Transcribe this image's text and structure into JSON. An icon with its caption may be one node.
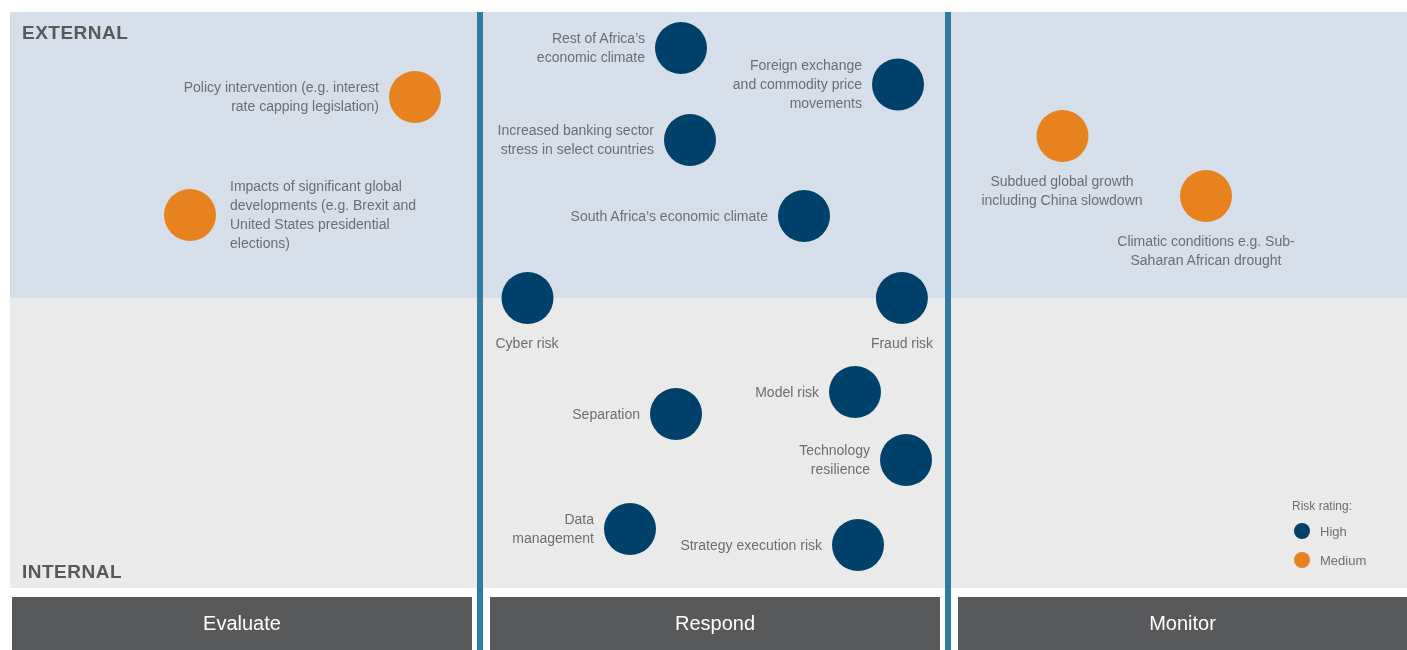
{
  "diagram": {
    "nodes": [
      {
        "text": [],
        "shape": "circle",
        "beside": [
          "Policy intervention (e.g. interest rate capping legislation)"
        ]
      },
      {
        "text": [],
        "shape": "circle",
        "beside": [
          "Impacts of significant global developments (e.g. Brexit and United States presidential elections)"
        ]
      },
      {
        "text": [],
        "shape": "circle",
        "beside": [
          "Rest of Africa’s economic climate"
        ]
      },
      {
        "text": [],
        "shape": "circle",
        "beside": [
          "Foreign exchange and commodity price movements"
        ]
      },
      {
        "text": [],
        "shape": "circle",
        "beside": [
          "Increased banking sector stress in select countries"
        ]
      },
      {
        "text": [],
        "shape": "circle",
        "beside": [
          "South Africa’s economic climate"
        ]
      },
      {
        "text": [],
        "shape": "circle",
        "beside": [
          "Cyber risk"
        ]
      },
      {
        "text": [],
        "shape": "circle",
        "beside": [
          "Fraud risk"
        ]
      },
      {
        "text": [],
        "shape": "circle",
        "beside": [
          "Model risk"
        ]
      },
      {
        "text": [],
        "shape": "circle",
        "beside": [
          "Separation"
        ]
      },
      {
        "text": [],
        "shape": "circle",
        "beside": [
          "Technology resilience"
        ]
      },
      {
        "text": [],
        "shape": "circle",
        "beside": [
          "Data management"
        ]
      },
      {
        "text": [],
        "shape": "circle",
        "beside": [
          "Strategy execution risk"
        ]
      },
      {
        "text": [],
        "shape": "circle",
        "beside": [
          "Subdued global growth including China slowdown"
        ]
      },
      {
        "text": [],
        "shape": "circle",
        "beside": [
          "Climatic conditions e.g. Sub-Saharan African drought"
        ]
      },
      {
        "text": [
          "Evaluate"
        ]
      },
      {
        "text": [
          "Respond"
        ]
      },
      {
        "text": [
          "Monitor"
        ]
      }
    ],
    "labels": [
      "EXTERNAL",
      "INTERNAL",
      "Risk rating:"
    ],
    "legend": [
      {
        "text": "High",
        "color": "#00416b"
      },
      {
        "text": "Medium",
        "color": "#e8821e"
      }
    ]
  }
}
